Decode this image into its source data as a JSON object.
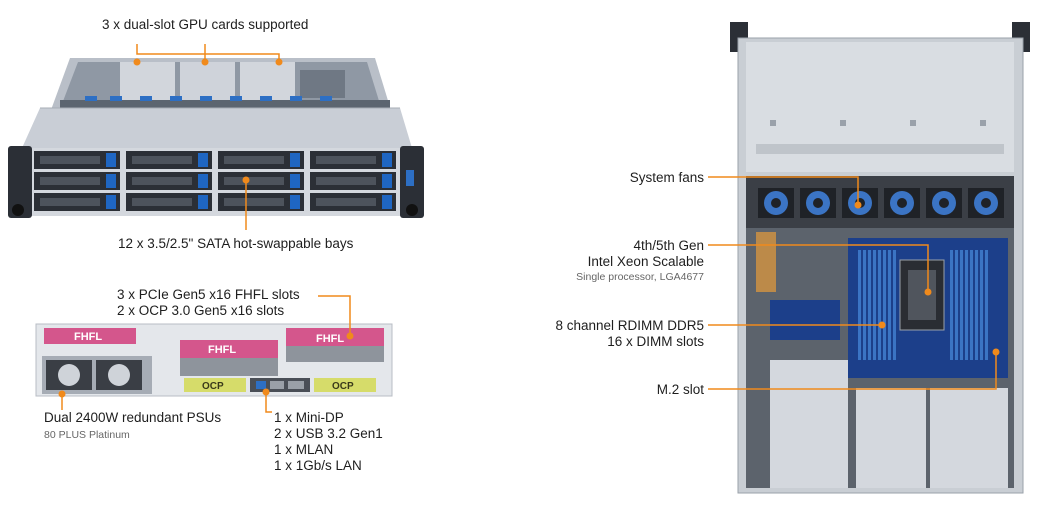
{
  "colors": {
    "callout": "#f08a1c",
    "chassis_light": "#c9ced6",
    "chassis_dark": "#2b2f36",
    "drive_blue": "#1f66c2",
    "fhfl_pink": "#d4568c",
    "ocp_yellow": "#d6dc6a",
    "board_blue": "#1c3f8a",
    "dimm_blue": "#3b74c4"
  },
  "front_view": {
    "gpu_label": "3 x dual-slot GPU cards supported",
    "bays_label": "12 x 3.5/2.5\" SATA hot-swappable bays"
  },
  "rear_view": {
    "pcie_line1": "3 x PCIe Gen5 x16 FHFL slots",
    "pcie_line2": "2 x OCP 3.0 Gen5 x16 slots",
    "fhfl_text": "FHFL",
    "ocp_text": "OCP",
    "psu_label": "Dual 2400W redundant PSUs",
    "psu_sub": "80 PLUS Platinum",
    "io_lines": [
      "1 x Mini-DP",
      "2 x USB 3.2 Gen1",
      "1 x MLAN",
      "1 x 1Gb/s LAN"
    ]
  },
  "top_view": {
    "fans_label": "System fans",
    "cpu_line1": "4th/5th Gen",
    "cpu_line2": "Intel Xeon Scalable",
    "cpu_sub": "Single processor, LGA4677",
    "mem_line1": "8 channel RDIMM DDR5",
    "mem_line2": "16 x DIMM slots",
    "m2_label": "M.2 slot"
  },
  "icons": [
    "callout-dot-icon"
  ]
}
